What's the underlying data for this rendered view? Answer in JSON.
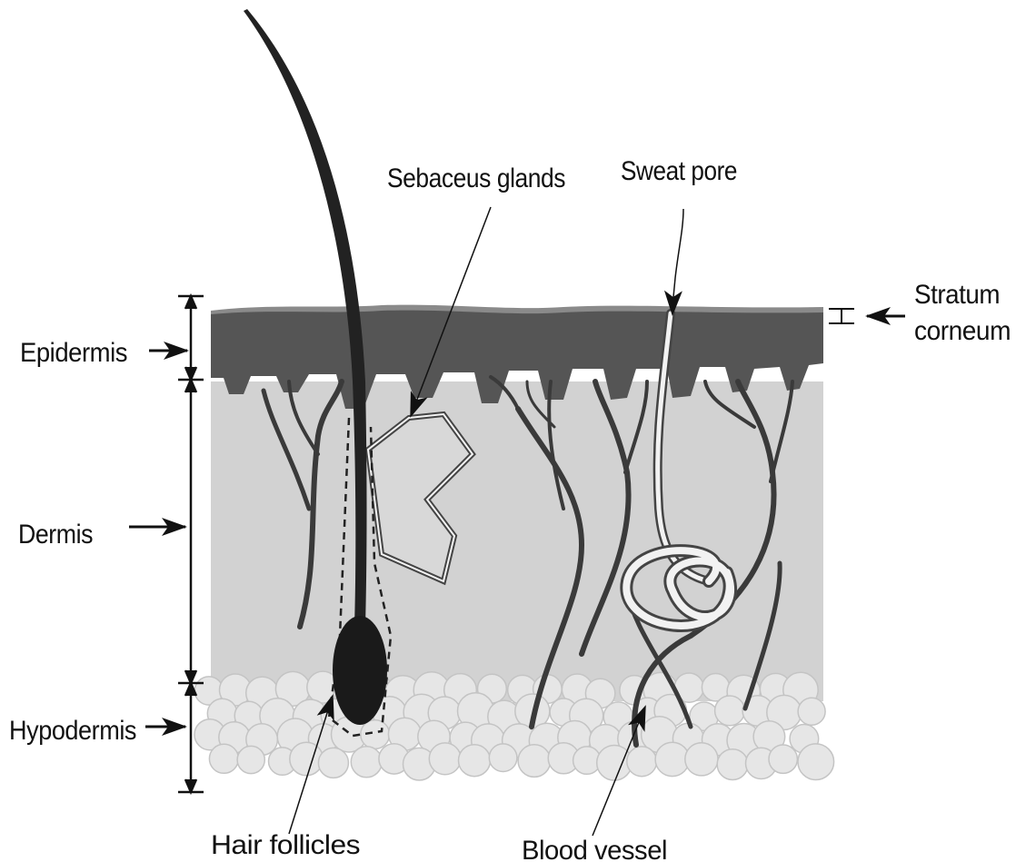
{
  "labels": {
    "sebaceous": "Sebaceus glands",
    "sweat_pore": "Sweat pore",
    "stratum_line1": "Stratum",
    "stratum_line2": "corneum",
    "epidermis": "Epidermis",
    "dermis": "Dermis",
    "hypodermis": "Hypodermis",
    "hair_follicles": "Hair follicles",
    "blood_vessel": "Blood vessel"
  },
  "colors": {
    "epidermis": "#555555",
    "stratum": "#8a8a8a",
    "dermis": "#d2d2d2",
    "fat": "#e6e6e6",
    "vessel": "#3a3a3a",
    "ink": "#111111"
  }
}
